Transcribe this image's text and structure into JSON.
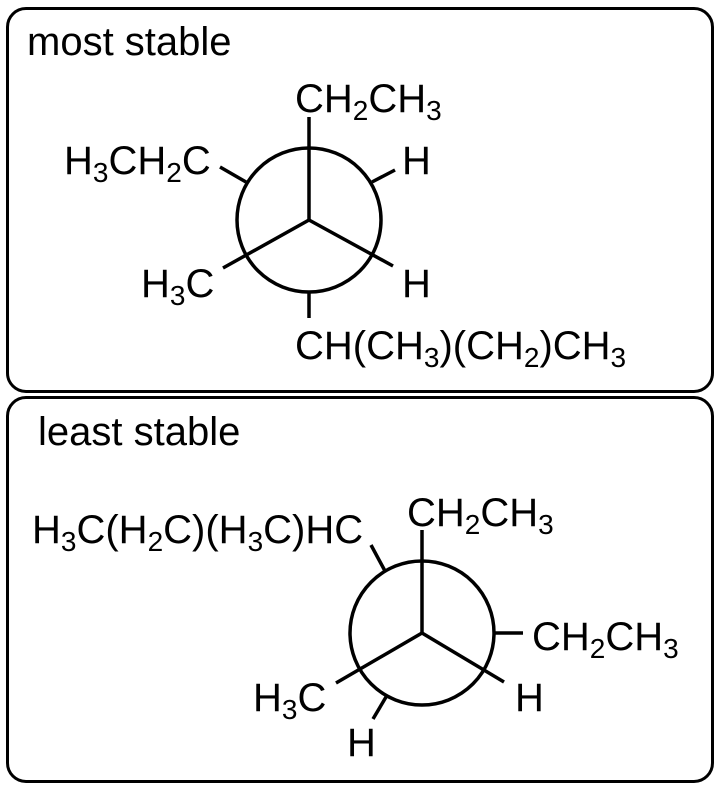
{
  "panels": {
    "most_stable": {
      "title": "most stable",
      "front_groups": {
        "top": [
          "CH",
          "2",
          "CH",
          "3"
        ],
        "lower_left": [
          "H",
          "3",
          "C"
        ],
        "lower_right": [
          "H"
        ]
      },
      "back_groups": {
        "upper_left": [
          "H",
          "3",
          "CH",
          "2",
          "C"
        ],
        "upper_right": [
          "H"
        ],
        "bottom": [
          "CH(CH",
          "3",
          ")(CH",
          "2",
          ")CH",
          "3"
        ]
      }
    },
    "least_stable": {
      "title": "least stable",
      "front_groups": {
        "top": [
          "CH",
          "2",
          "CH",
          "3"
        ],
        "lower_left": [
          "H",
          "3",
          "C"
        ],
        "lower_right": [
          "H"
        ]
      },
      "back_groups": {
        "upper_left": [
          "H",
          "3",
          "C(H",
          "2",
          "C)(H",
          "3",
          "C)HC"
        ],
        "right": [
          "CH",
          "2",
          "CH",
          "3"
        ],
        "lower_left": [
          "H"
        ]
      }
    }
  },
  "style": {
    "line_color": "#000000",
    "background": "#ffffff"
  }
}
